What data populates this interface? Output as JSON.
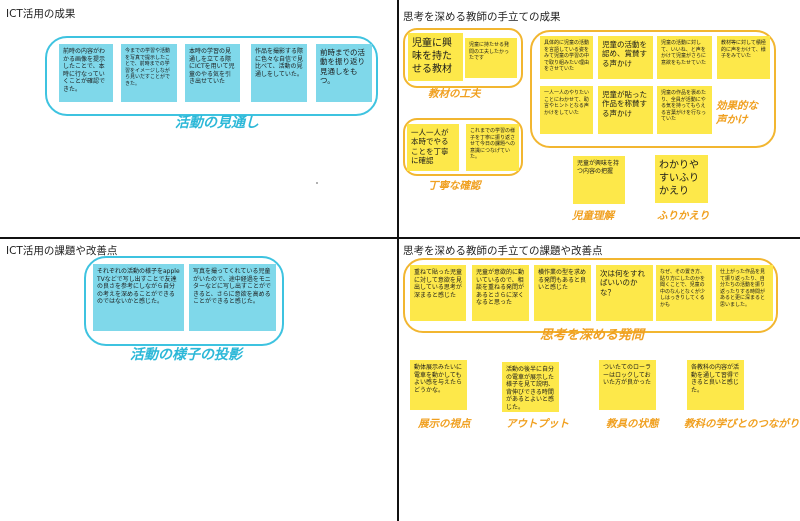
{
  "quadrants": {
    "tl_title": "ICT活用の成果",
    "tr_title": "思考を深める教師の手立ての成果",
    "bl_title": "ICT活用の課題や改善点",
    "br_title": "思考を深める教師の手立ての課題や改善点"
  },
  "tl": {
    "notes": [
      "前時の内容がわかる画像を提示したことで、本時に行なっていくことが確認できた。",
      "今までの学習や活動を写真で提示したことで、前時までの学習をイメージしながら見いだすことができた。",
      "本時の学習の見通しを立てる際にICTを用いて児童のやる気を引き出せていた",
      "作品を撮影する際に色々な自信で見比べて、活動の見通しをしていた。",
      "前時までの活動を振り返り見通しをもつ。"
    ],
    "label": "活動の見通し"
  },
  "tr": {
    "kyozai_note": "児童に興味を持たせる教材",
    "kyozai_small": "児童に持たせる発問の工夫したかったです",
    "kyozai_label": "教材の工夫",
    "teinei_note1": "一人一人が本時でやることを丁寧に確認",
    "teinei_note2": "これまでの学習の様子を丁寧に振り返させて今日の課題への意識につなげていた。",
    "teinei_label": "丁寧な確認",
    "koukaku_notes": [
      "具体的に児童の活動を言語している姿をみて児童の学習の中で取り組みたい理由をさせていた",
      "児童の活動を認め、賞賛する声かけ",
      "児童の活動に対して、いいね、と声をかけて児童がさらに意欲をもたせていた",
      "教材等に対して積極的に声をかけて、様子をみていた",
      "一人一人のやりたいことにわかせて、助言やヒントとなる声かけをしていた",
      "児童が貼った作品を称賛する声かけ",
      "児童の作品を褒めたり、全員が活動にやる気を持ってもらえる言葉がけを行なっていた"
    ],
    "koukaku_label": "効果的な声かけ",
    "rikai_note": "児童が興味を持つ内容の把握",
    "rikai_label": "児童理解",
    "furikaeri_note": "わかりやすいふりかえり",
    "furikaeri_label": "ふりかえり"
  },
  "bl": {
    "notes": [
      "それぞれの活動の様子をappleTVなどで写し出すことで友達の良さを参考にしながら自分の考えを深めることができるのではないかと感じた。",
      "写真を撮ってくれている児童がいたので、途中経過をモニターなどに写し出すことができると、さらに意欲を高めることができると感じた。"
    ],
    "label": "活動の様子の投影"
  },
  "br": {
    "hatsumon_notes": [
      "重ねて貼った児童に対して意欲を見出している思考が深まると感じた",
      "児童が意欲的に動いているので、相談を重ねる発問があるとさらに深くなると思った",
      "横作業の型を求める発問もあると良いと感じた",
      "次は何をすればいいのかな？",
      "なぜ、その置き方、貼り方にしたのかを聞くことで、児童の中のなんとなくが少しはっきりしてくるかも",
      "仕上がった作品を見て振り返ったり、自分たちの活動を振り返ったりする時間があると更に深まると思いました。"
    ],
    "hatsumon_label": "思考を深める発問",
    "bottom_notes": [
      "動体展示みたいに電車を動かしてもよい感を与えたらどうかな。",
      "活動の後半に自分の電車が展示した様子を見て説明、背伸びできる時間があるとよいと感じた。",
      "ついたてのローラーはロックしておいた方が良かった",
      "各教科の内容が活動を通して習得できると良いと感じた。"
    ],
    "bottom_labels": [
      "展示の視点",
      "アウトプット",
      "教具の状態",
      "教科の学びとのつながり"
    ]
  }
}
